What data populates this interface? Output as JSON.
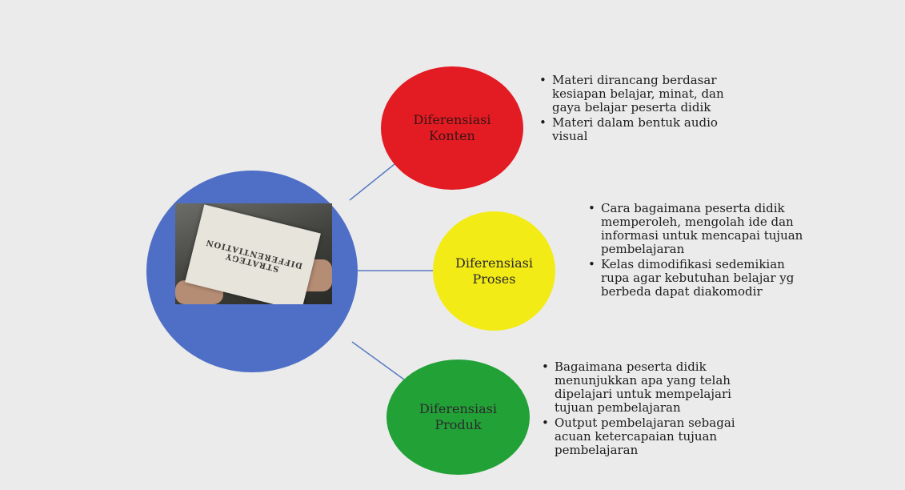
{
  "diagram": {
    "image_text": [
      "DIFFERENTIATION",
      "STRATEGY"
    ],
    "nodes": [
      {
        "id": "konten",
        "label_line1": "Diferensiasi",
        "label_line2": "Konten",
        "color": "#e31b23",
        "bullets": [
          "Materi dirancang berdasar kesiapan belajar, minat, dan gaya belajar peserta didik",
          "Materi dalam bentuk audio visual"
        ]
      },
      {
        "id": "proses",
        "label_line1": "Diferensiasi",
        "label_line2": "Proses",
        "color": "#f2eb16",
        "bullets": [
          "Cara bagaimana peserta didik memperoleh, mengolah ide dan informasi untuk mencapai tujuan pembelajaran",
          "Kelas dimodifikasi sedemikian rupa agar kebutuhan belajar yg berbeda dapat diakomodir"
        ]
      },
      {
        "id": "produk",
        "label_line1": "Diferensiasi",
        "label_line2": "Produk",
        "color": "#22a137",
        "bullets": [
          "Bagaimana peserta didik menunjukkan apa yang telah dipelajari untuk mempelajari tujuan pembelajaran",
          "Output pembelajaran sebagai acuan ketercapaian tujuan pembelajaran"
        ]
      }
    ],
    "colors": {
      "center": "#4f6fc7",
      "connector": "#5a7bc4",
      "background": "#ebebeb"
    }
  }
}
